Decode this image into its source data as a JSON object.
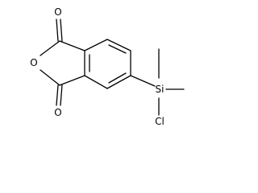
{
  "atoms": {
    "ring_oxygen": "O",
    "carbonyl_oxygen_top": "O",
    "carbonyl_oxygen_bottom": "O",
    "silicon": "Si",
    "chlorine": "Cl"
  },
  "colors": {
    "bond": "#000000",
    "background": "#ffffff"
  }
}
